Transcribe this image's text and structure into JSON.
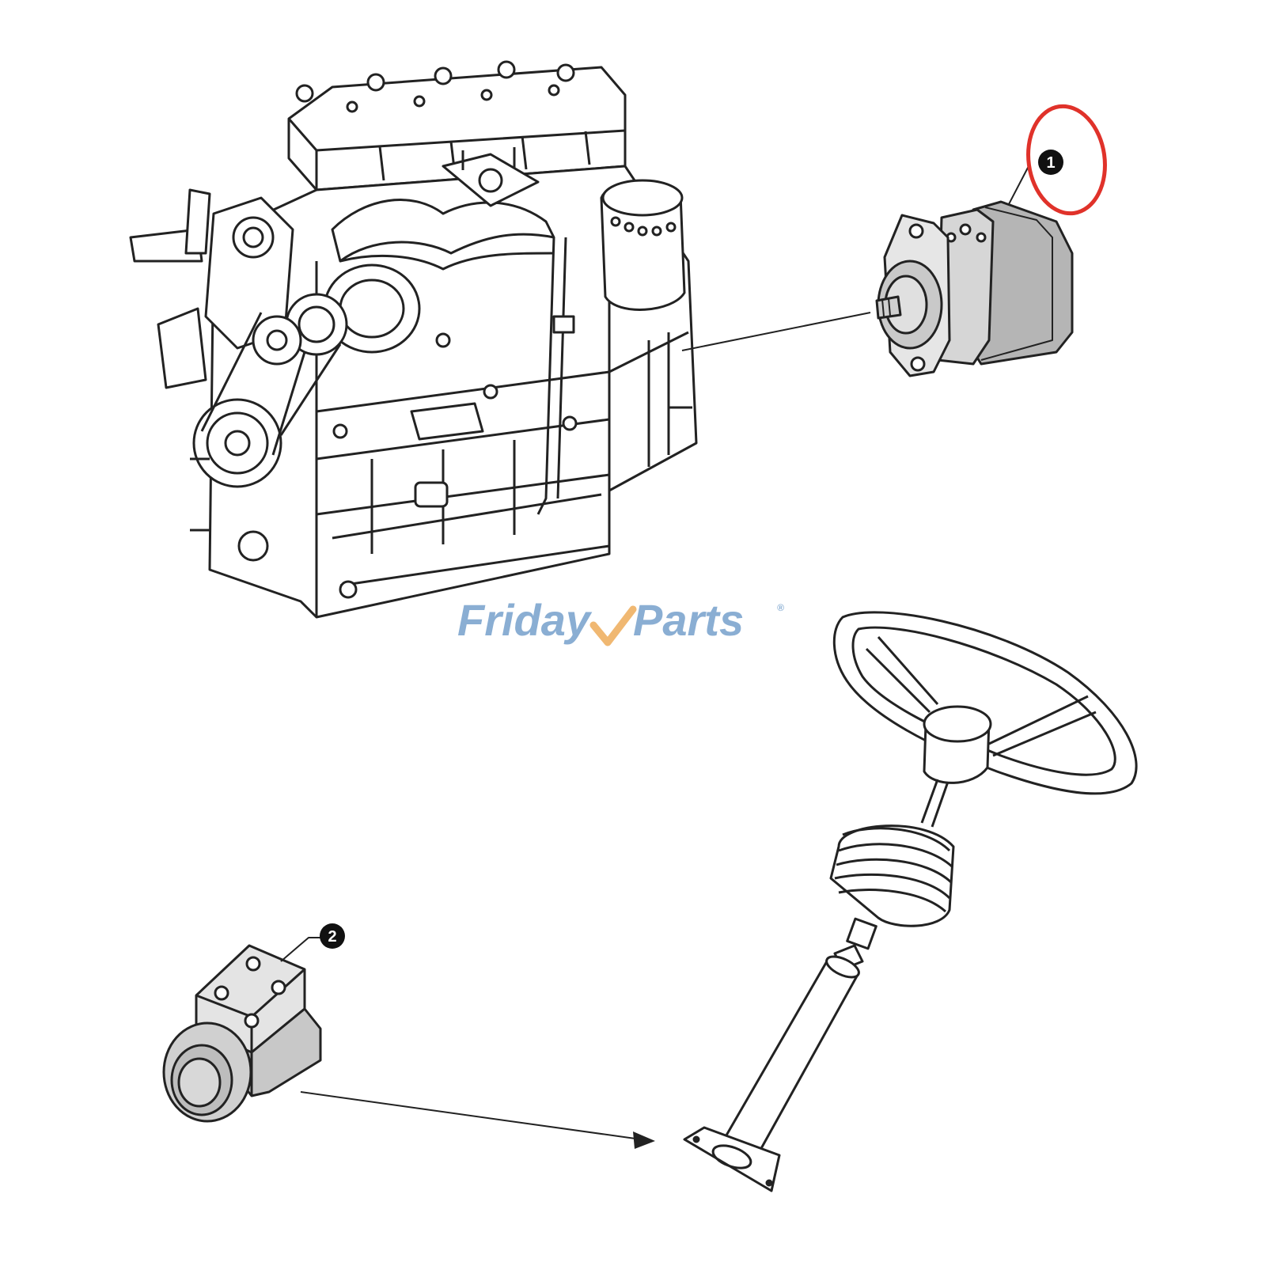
{
  "callouts": [
    {
      "label": "1",
      "part": "hydraulic-pump",
      "highlighted": true
    },
    {
      "label": "2",
      "part": "steering-control-unit",
      "highlighted": false
    }
  ],
  "watermark": {
    "part1": "Friday",
    "part2": "Parts",
    "mark": "®",
    "color_primary": "#8aaed3",
    "color_accent": "#f0b872"
  },
  "colors": {
    "line": "#222222",
    "part_fill": "#d6d6d6",
    "part_shade": "#b5b5b5",
    "highlight": "#e0322a"
  }
}
